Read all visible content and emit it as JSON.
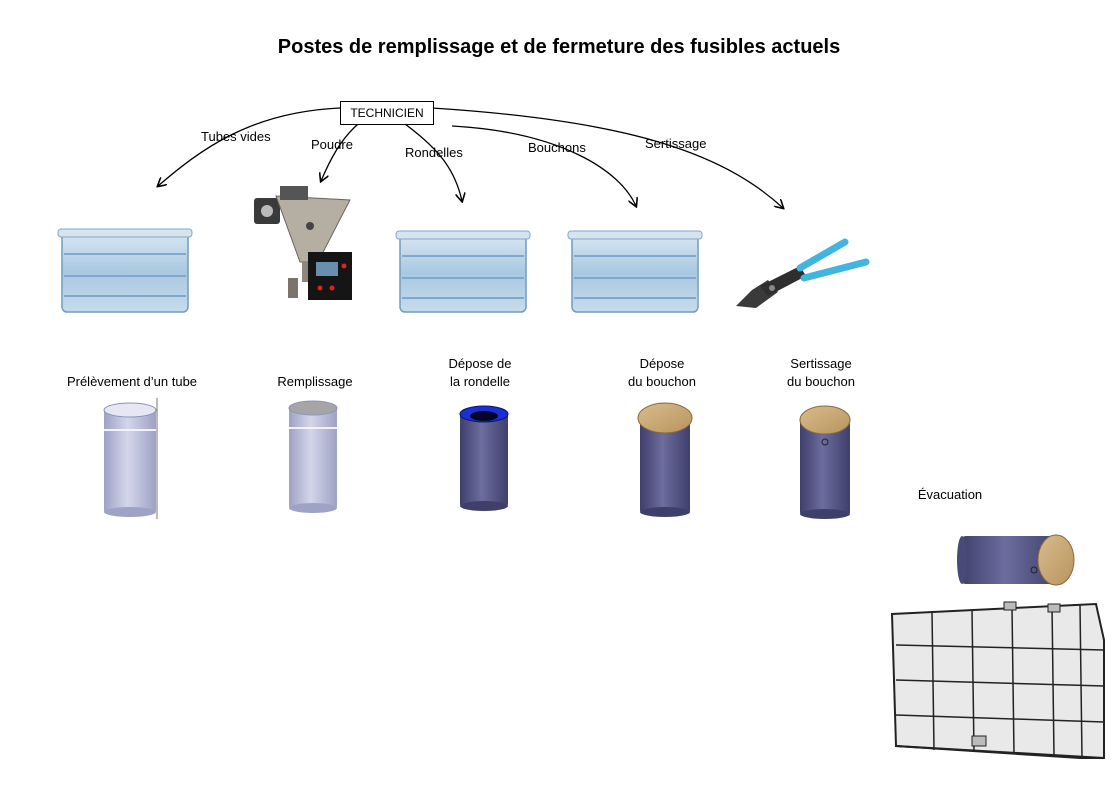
{
  "title": "Postes de remplissage et de fermeture des fusibles actuels",
  "actor": "TECHNICIEN",
  "supplies": [
    {
      "label": "Tubes vides",
      "icon": "metal-crate-icon"
    },
    {
      "label": "Poudre",
      "icon": "powder-dispenser-icon"
    },
    {
      "label": "Rondelles",
      "icon": "metal-crate-icon"
    },
    {
      "label": "Bouchons",
      "icon": "metal-crate-icon"
    },
    {
      "label": "Sertissage",
      "icon": "crimping-pliers-icon"
    }
  ],
  "steps": [
    {
      "lines": [
        "Prélèvement d’un tube"
      ],
      "icon": "empty-tube-icon"
    },
    {
      "lines": [
        "Remplissage"
      ],
      "icon": "filled-tube-icon"
    },
    {
      "lines": [
        "Dépose de",
        "la rondelle"
      ],
      "icon": "tube-with-washer-icon"
    },
    {
      "lines": [
        "Dépose",
        "du bouchon"
      ],
      "icon": "capped-tube-icon"
    },
    {
      "lines": [
        "Sertissage",
        "du bouchon"
      ],
      "icon": "crimped-tube-icon"
    },
    {
      "lines": [
        "Évacuation"
      ],
      "icon": "wire-basket-icon"
    }
  ],
  "colors": {
    "tube_light": "#b9bdd8",
    "tube_dark": "#5a5a8a",
    "cap": "#c9aa7a",
    "washer": "#1a2fd6",
    "crate": "#9cc3e0",
    "pliers_handle": "#41b4e0"
  }
}
